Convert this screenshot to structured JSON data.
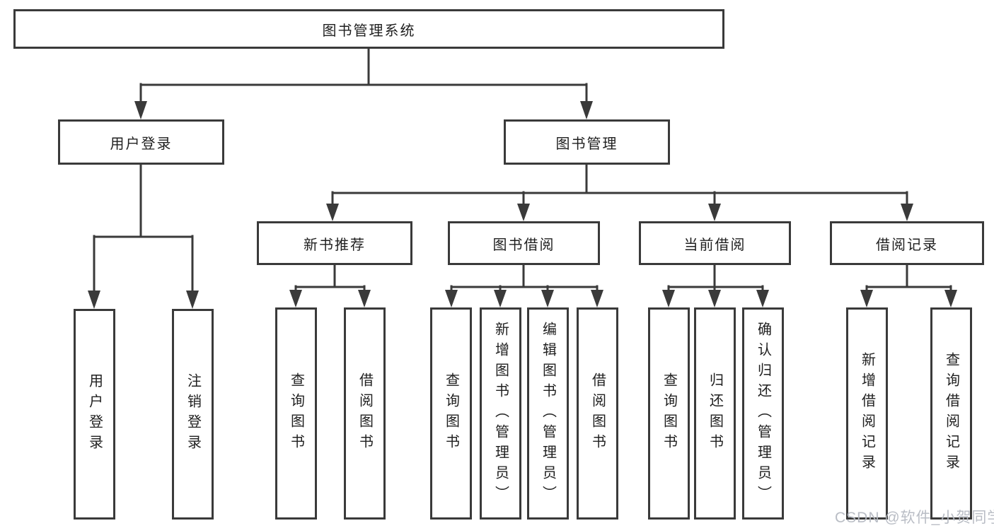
{
  "diagram": {
    "root": "图书管理系统",
    "level2": {
      "user_login": "用户登录",
      "book_mgmt": "图书管理"
    },
    "level3": {
      "new_books": "新书推荐",
      "book_borrow": "图书借阅",
      "current_borrow": "当前借阅",
      "borrow_records": "借阅记录"
    },
    "leaves": {
      "user": [
        "用户登录",
        "注销登录"
      ],
      "recommend": [
        "查询图书",
        "借阅图书"
      ],
      "borrow": [
        "查询图书",
        "新增图书（管理员）",
        "编辑图书（管理员）",
        "借阅图书"
      ],
      "current": [
        "查询图书",
        "归还图书",
        "确认归还（管理员）"
      ],
      "records": [
        "新增借阅记录",
        "查询借阅记录"
      ]
    }
  },
  "watermark": "CSDN @软件_小贺同学",
  "colors": {
    "line": "#3a3a3a",
    "text": "#1f1f1f",
    "background": "#ffffff",
    "watermark": "#b6bac2"
  }
}
